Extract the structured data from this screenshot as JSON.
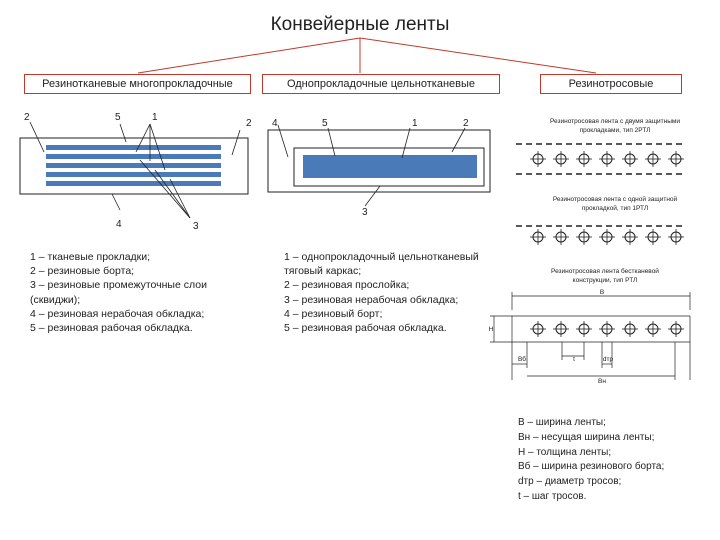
{
  "title": "Конвейерные ленты",
  "categories": [
    "Резинотканевые многопрокладочные",
    "Однопрокладочные цельнотканевые",
    "Резинотросовые"
  ],
  "left": {
    "numbers": {
      "n2": "2",
      "n5": "5",
      "n1": "1",
      "n2b": "2",
      "n4": "4",
      "n3": "3"
    },
    "legend": [
      "1 – тканевые прокладки;",
      "2 – резиновые борта;",
      "3 – резиновые промежуточные слои",
      "(сквиджи);",
      "4 – резиновая нерабочая обкладка;",
      "5 – резиновая рабочая обкладка."
    ]
  },
  "middle": {
    "numbers": {
      "n4": "4",
      "n5": "5",
      "n1": "1",
      "n2": "2",
      "n3": "3"
    },
    "legend": [
      "1 – однопрокладочный цельнотканевый",
      "тяговый каркас;",
      "2 – резиновая прослойка;",
      "3 – резиновая нерабочая обкладка;",
      "4 – резиновый борт;",
      "5 – резиновая рабочая обкладка."
    ]
  },
  "right": {
    "type1": [
      "Резинотросовая лента с двумя защитными",
      "прокладками, тип 2РТЛ"
    ],
    "type2": [
      "Резинотросовая лента с одной защитной",
      "прокладкой, тип 1РТЛ"
    ],
    "type3": [
      "Резинотросовая лента бестканевой",
      "конструкции, тип РТЛ"
    ],
    "dims": {
      "B": "В",
      "H": "Н",
      "Bb": "Вб",
      "t": "t",
      "d": "dтр",
      "Bn": "Вн"
    },
    "legend": [
      "В – ширина ленты;",
      "Вн – несущая ширина ленты;",
      "Н – толщина ленты;",
      "Вб – ширина резинового борта;",
      "dтр – диаметр тросов;",
      "t – шаг тросов."
    ]
  },
  "colors": {
    "accent_border": "#c0392b",
    "fill_blue": "#4a7ab8",
    "line": "#1a1a1a",
    "tree": "#c0392b"
  }
}
